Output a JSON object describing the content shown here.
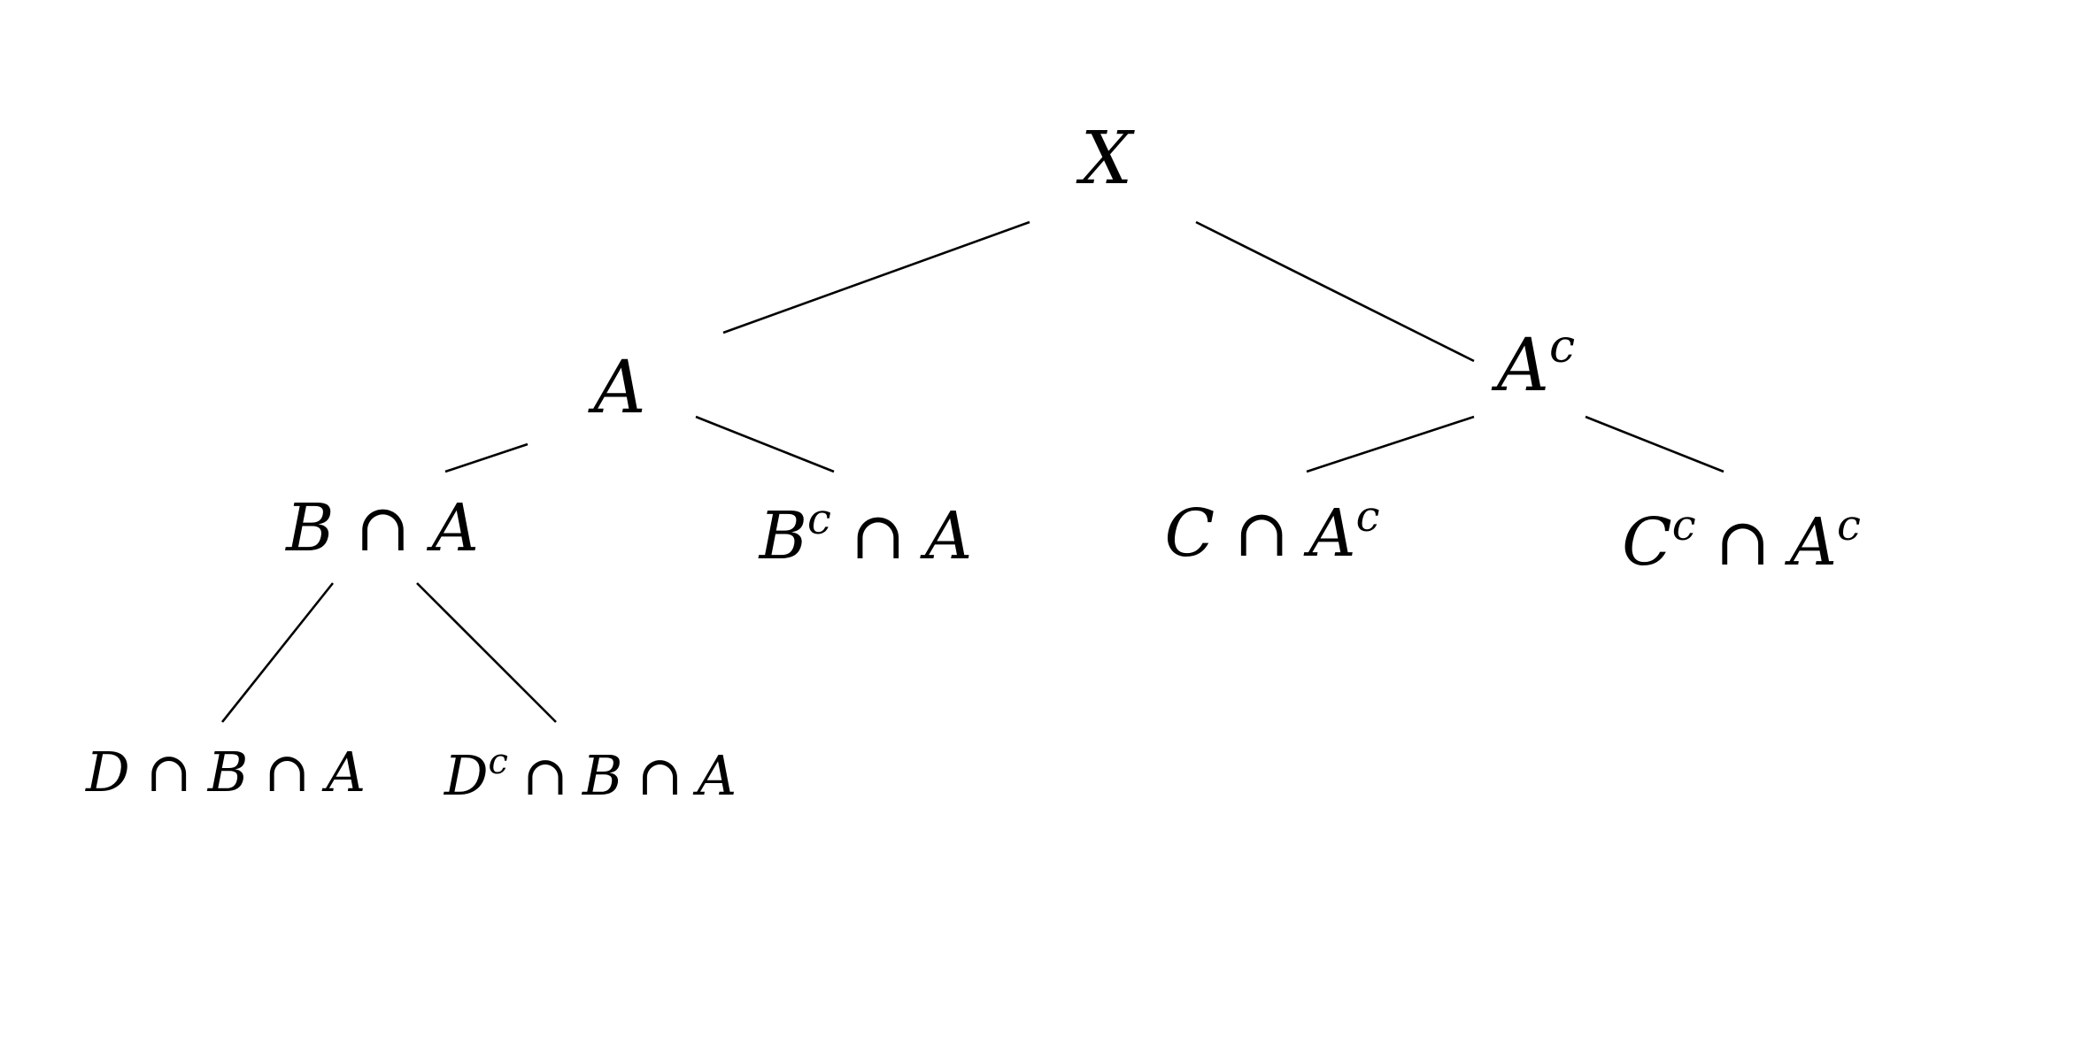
{
  "diagram": {
    "root": {
      "base": "X",
      "sup": ""
    },
    "level1": [
      {
        "base": "A",
        "sup": ""
      },
      {
        "base": "A",
        "sup": "c"
      }
    ],
    "level2": [
      {
        "terms": [
          {
            "base": "B",
            "sup": ""
          },
          {
            "base": "A",
            "sup": ""
          }
        ]
      },
      {
        "terms": [
          {
            "base": "B",
            "sup": "c"
          },
          {
            "base": "A",
            "sup": ""
          }
        ]
      },
      {
        "terms": [
          {
            "base": "C",
            "sup": ""
          },
          {
            "base": "A",
            "sup": "c"
          }
        ]
      },
      {
        "terms": [
          {
            "base": "C",
            "sup": "c"
          },
          {
            "base": "A",
            "sup": "c"
          }
        ]
      }
    ],
    "level3": [
      {
        "terms": [
          {
            "base": "D",
            "sup": ""
          },
          {
            "base": "B",
            "sup": ""
          },
          {
            "base": "A",
            "sup": ""
          }
        ]
      },
      {
        "terms": [
          {
            "base": "D",
            "sup": "c"
          },
          {
            "base": "B",
            "sup": ""
          },
          {
            "base": "A",
            "sup": ""
          }
        ]
      }
    ],
    "operator": "∩",
    "colors": {
      "ink": "#000000",
      "background": "#ffffff"
    }
  }
}
